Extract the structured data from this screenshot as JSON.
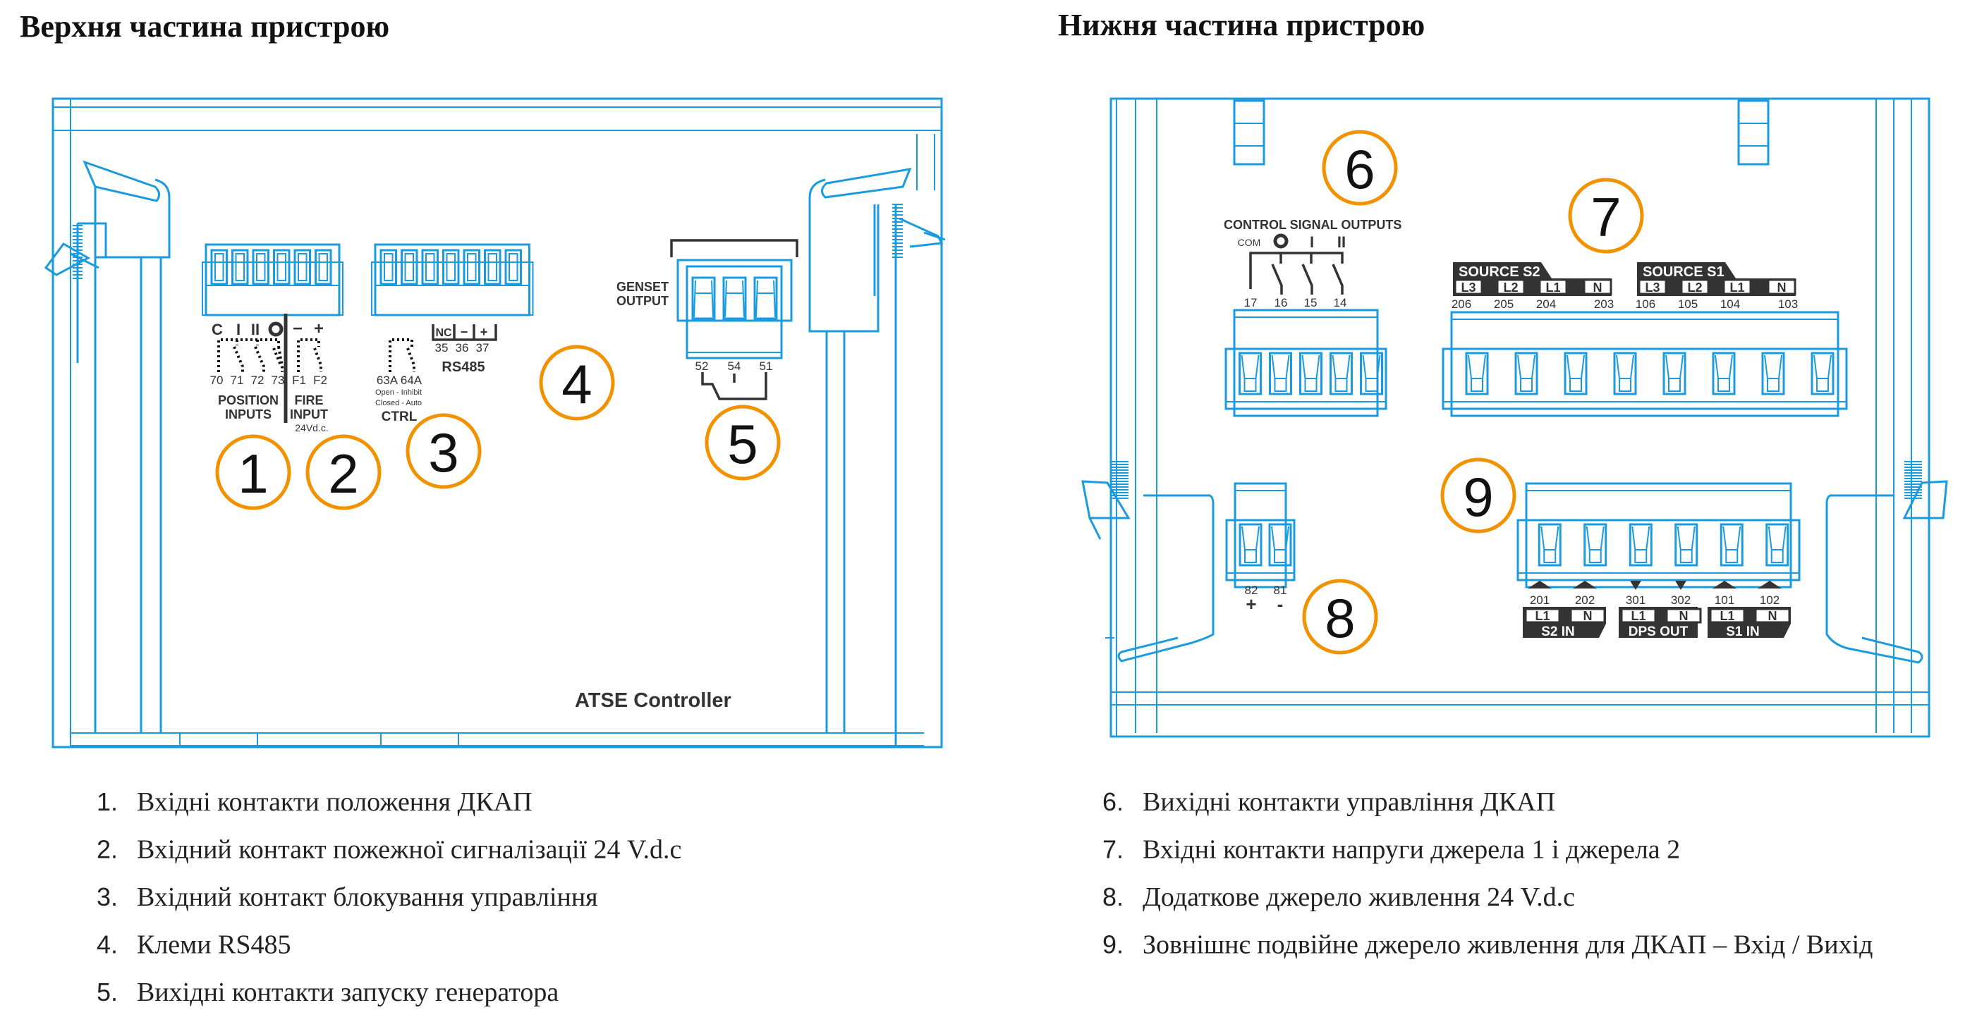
{
  "titles": {
    "top_view": "Верхня частина пристрою",
    "bottom_view": "Нижня частина пристрою"
  },
  "top_view": {
    "device_label": "ATSE Controller",
    "position_inputs": {
      "symbols": [
        "C",
        "I",
        "II",
        "O"
      ],
      "terminals": [
        "70",
        "71",
        "72",
        "73"
      ],
      "label_line1": "POSITION",
      "label_line2": "INPUTS"
    },
    "fire_input": {
      "symbols": [
        "−",
        "+"
      ],
      "terminals": [
        "F1",
        "F2"
      ],
      "label_line1": "FIRE",
      "label_line2": "INPUT",
      "voltage": "24Vd.c."
    },
    "ctrl": {
      "terminals": [
        "63A",
        "64A"
      ],
      "note_line1": "Open - Inhibit",
      "note_line2": "Closed - Auto",
      "label": "CTRL"
    },
    "rs485": {
      "symbols": [
        "NC",
        "−",
        "+"
      ],
      "terminals": [
        "35",
        "36",
        "37"
      ],
      "label": "RS485"
    },
    "genset": {
      "label_line1": "GENSET",
      "label_line2": "OUTPUT",
      "terminals": [
        "52",
        "54",
        "51"
      ]
    }
  },
  "bottom_view": {
    "control_outputs": {
      "label": "CONTROL SIGNAL OUTPUTS",
      "symbols": [
        "COM",
        "O",
        "I",
        "II"
      ],
      "terminals": [
        "17",
        "16",
        "15",
        "14"
      ]
    },
    "source_s2": {
      "label": "SOURCE  S2",
      "phases": [
        "L3",
        "L2",
        "L1",
        "N"
      ],
      "terminals": [
        "206",
        "205",
        "204",
        "203"
      ]
    },
    "source_s1": {
      "label": "SOURCE  S1",
      "phases": [
        "L3",
        "L2",
        "L1",
        "N"
      ],
      "terminals": [
        "106",
        "105",
        "104",
        "103"
      ]
    },
    "aux_supply": {
      "terminals": [
        "82",
        "81"
      ],
      "polarity": [
        "+",
        "-"
      ]
    },
    "dps": {
      "groups": [
        {
          "label": "S2  IN",
          "cells": [
            "L1",
            "N"
          ],
          "terminals": [
            "201",
            "202"
          ],
          "direction": "in"
        },
        {
          "label": "DPS  OUT",
          "cells": [
            "L1",
            "N"
          ],
          "terminals": [
            "301",
            "302"
          ],
          "direction": "out"
        },
        {
          "label": "S1  IN",
          "cells": [
            "L1",
            "N"
          ],
          "terminals": [
            "101",
            "102"
          ],
          "direction": "in"
        }
      ]
    }
  },
  "callouts": [
    "1",
    "2",
    "3",
    "4",
    "5",
    "6",
    "7",
    "8",
    "9"
  ],
  "legend_left": [
    {
      "num": "1.",
      "text": "Вхідні контакти положення ДКАП"
    },
    {
      "num": "2.",
      "text": "Вхідний контакт пожежної сигналізації 24 V.d.c"
    },
    {
      "num": "3.",
      "text": "Вхідний контакт блокування управління"
    },
    {
      "num": "4.",
      "text": "Клеми RS485"
    },
    {
      "num": "5.",
      "text": "Вихідні контакти запуску генератора"
    }
  ],
  "legend_right": [
    {
      "num": "6.",
      "text": "Вихідні контакти управління ДКАП"
    },
    {
      "num": "7.",
      "text": "Вхідні контакти напруги джерела 1 і джерела 2"
    },
    {
      "num": "8.",
      "text": "Додаткове джерело живлення 24 V.d.c"
    },
    {
      "num": "9.",
      "text": "Зовнішнє подвійне джерело живлення для ДКАП – Вхід / Вихід"
    }
  ],
  "colors": {
    "line_art": "#1a9be0",
    "callout_ring": "#f39200",
    "label_dark": "#333333"
  }
}
